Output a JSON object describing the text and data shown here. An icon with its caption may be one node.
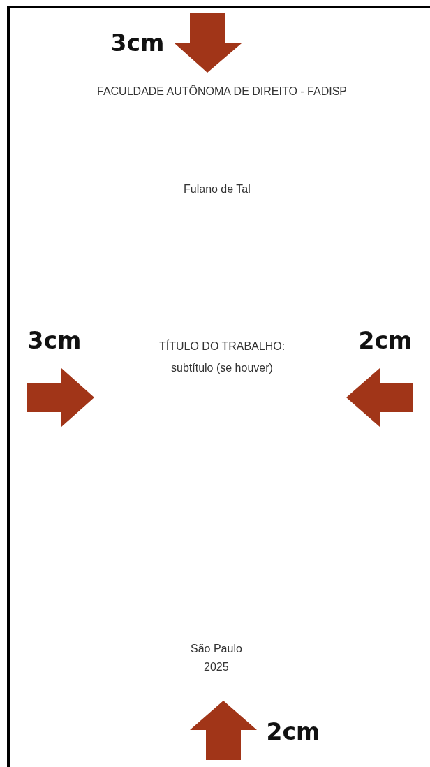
{
  "diagram": {
    "labels": [
      "3cm",
      "FACULDADE AUTÔNOMA DE DIREITO - FADISP",
      "Fulano de Tal",
      "3cm",
      "TÍTULO DO TRABALHO:",
      "subtítulo (se houver)",
      "2cm",
      "São Paulo",
      "2025",
      "2cm"
    ]
  }
}
